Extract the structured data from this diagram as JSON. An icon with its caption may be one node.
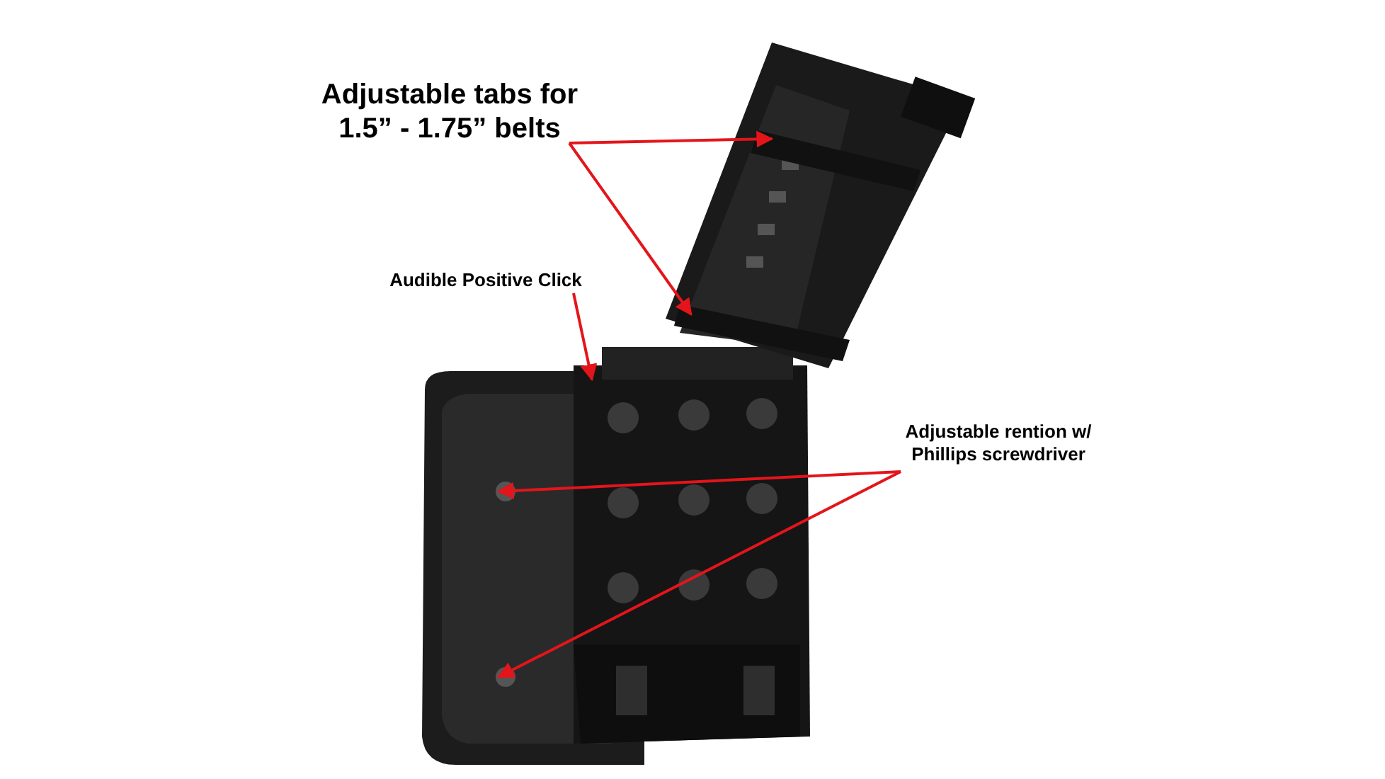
{
  "diagram": {
    "nodes": [
      {
        "text": [
          "Adjustable tabs for 1.5” - 1.75” belts"
        ]
      },
      {
        "text": [
          "Audible Positive Click"
        ]
      },
      {
        "text": [
          "Adjustable rention w/ Phillips screwdriver"
        ]
      }
    ],
    "edges": [
      {
        "from": 0,
        "to": null,
        "arrow": "to"
      },
      {
        "from": 0,
        "to": null,
        "arrow": "to"
      },
      {
        "from": 1,
        "to": null,
        "arrow": "to"
      },
      {
        "from": 2,
        "to": null,
        "arrow": "to"
      },
      {
        "from": 2,
        "to": null,
        "arrow": "to"
      }
    ]
  }
}
